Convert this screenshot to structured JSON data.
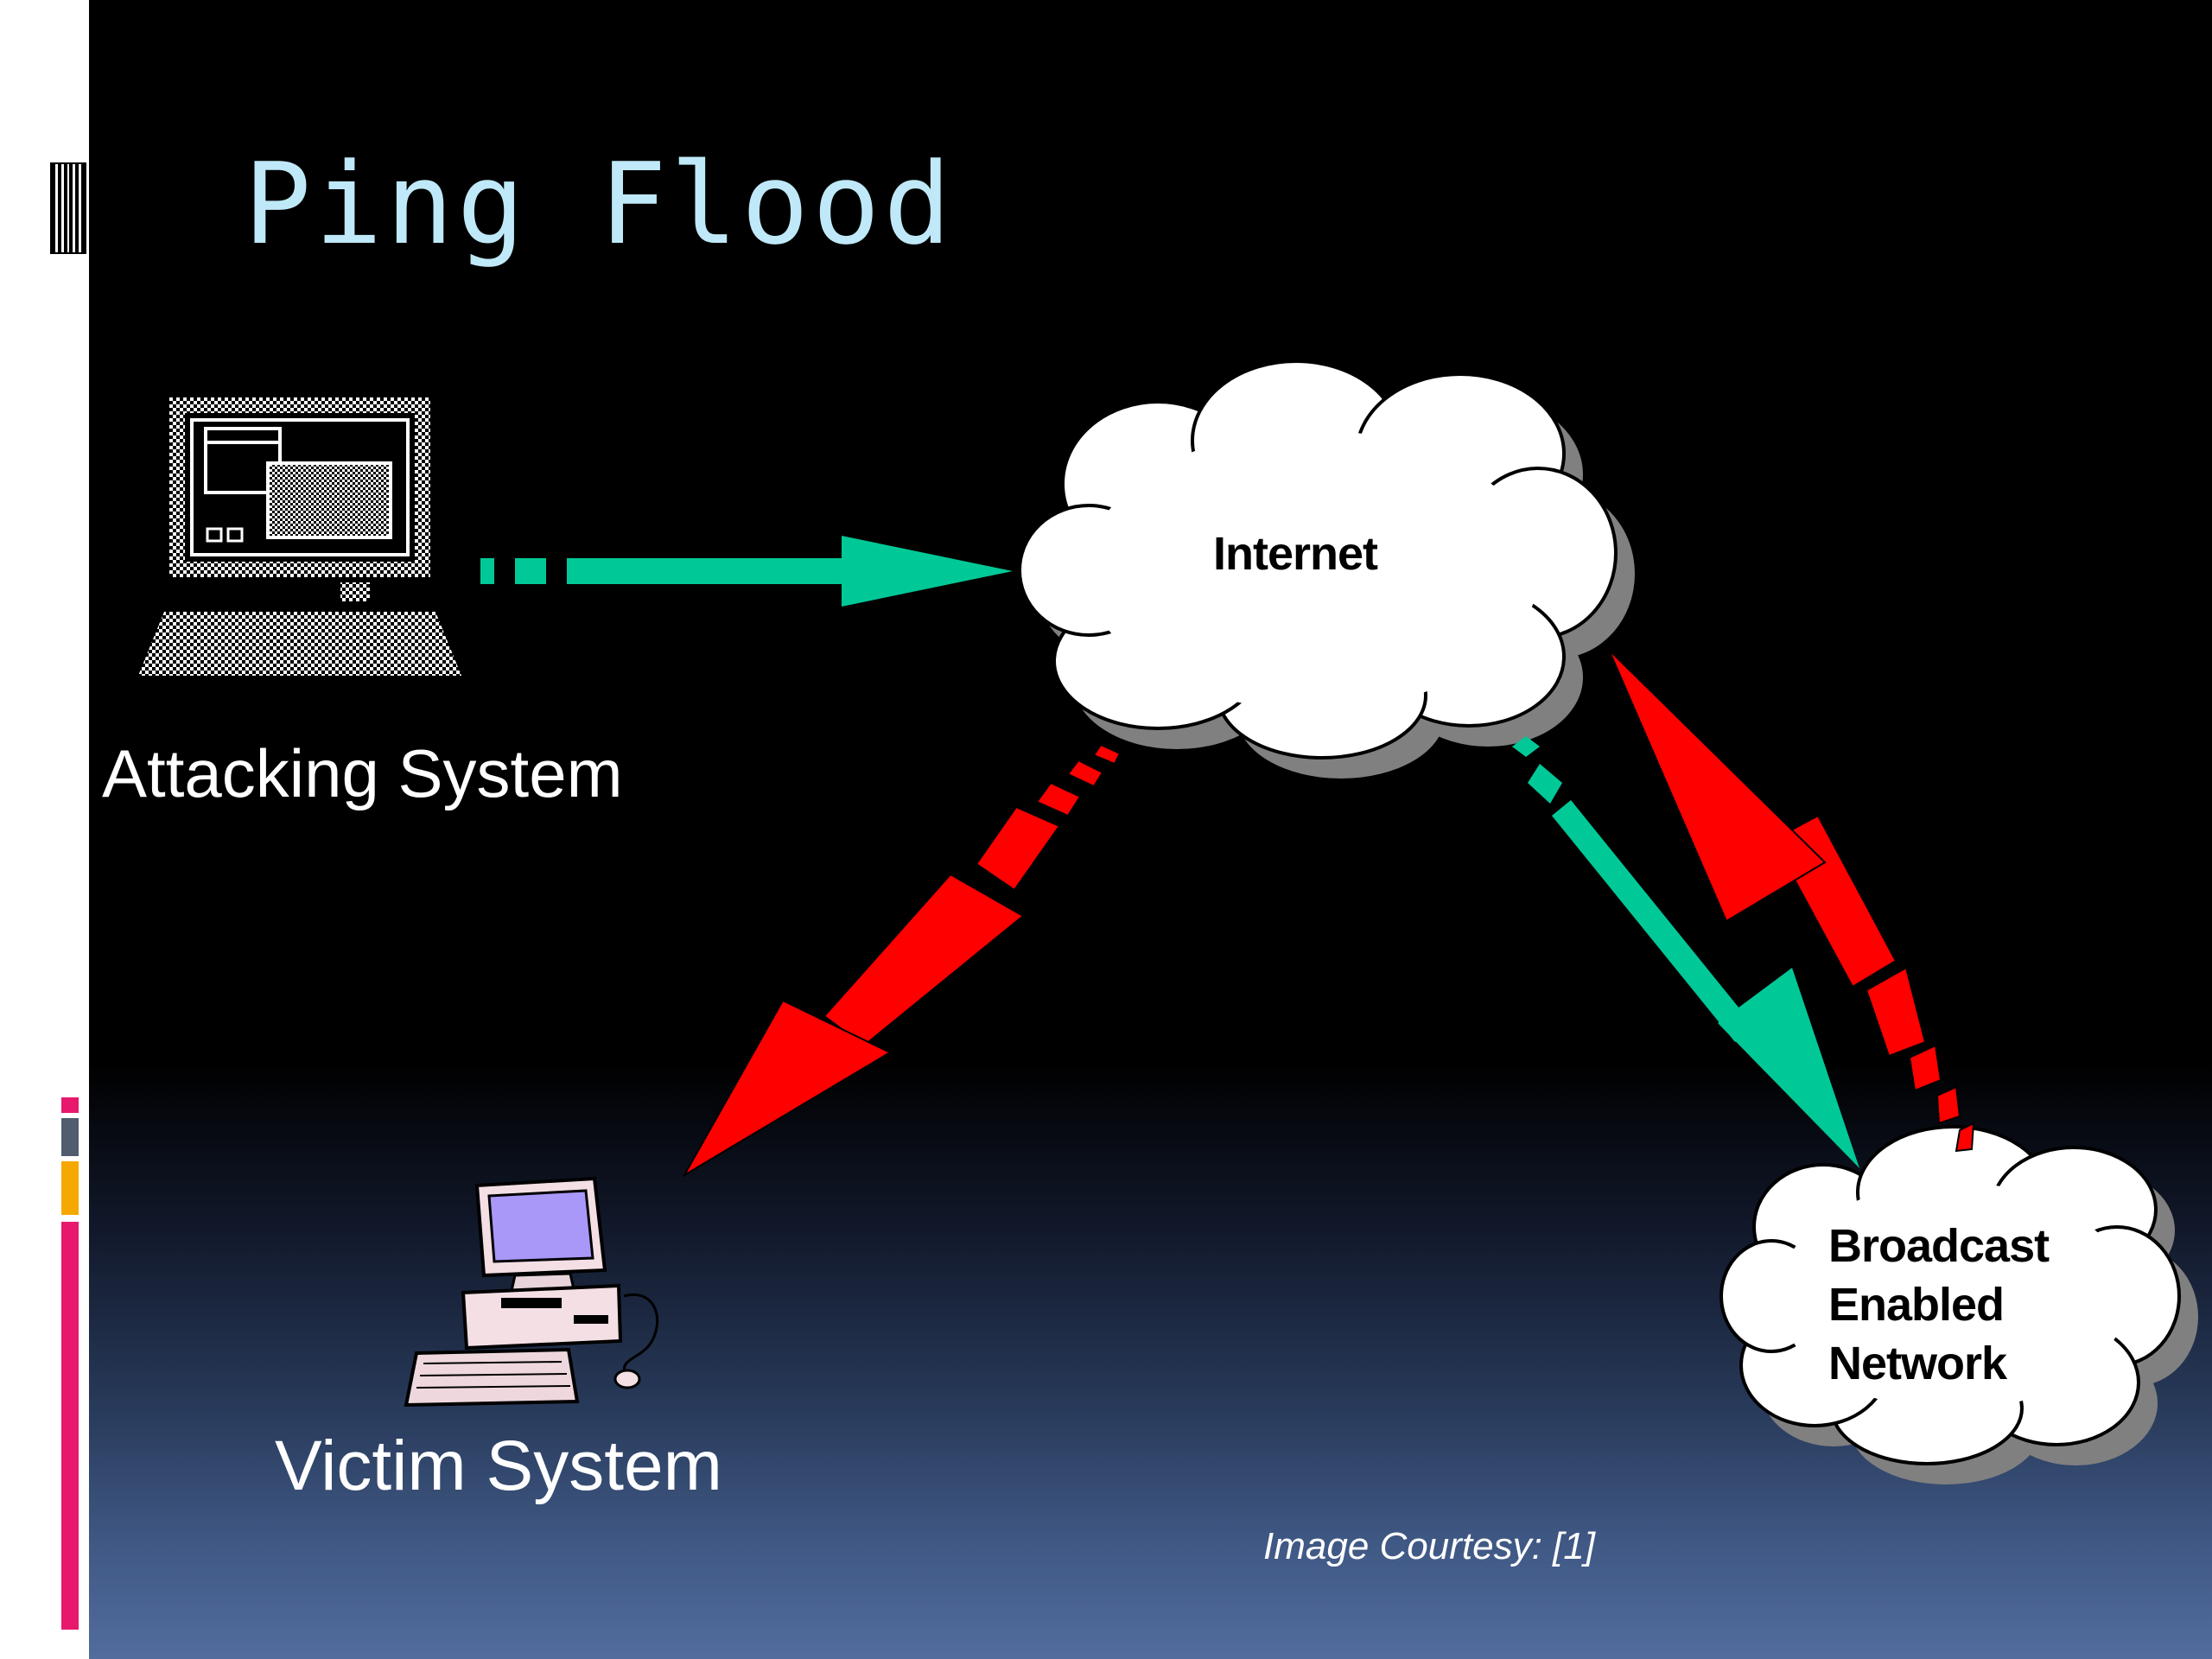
{
  "slide": {
    "title": "Ping Flood",
    "courtesy": "Image Courtesy: [1]"
  },
  "nodes": {
    "attacker": {
      "label": "Attacking System",
      "icon": "computer-terminal-icon"
    },
    "internet": {
      "label": "Internet",
      "icon": "cloud-icon"
    },
    "broadcast": {
      "line1": "Broadcast",
      "line2": "Enabled",
      "line3": "Network",
      "icon": "cloud-icon"
    },
    "victim": {
      "label": "Victim System",
      "icon": "desktop-computer-icon"
    }
  },
  "colors": {
    "title": "#bfe9f8",
    "request_arrow": "#00c997",
    "reply_arrow": "#ff0000",
    "accent_pink": "#e8186c",
    "accent_gray": "#4f5d6e",
    "accent_orange": "#f5a800"
  }
}
